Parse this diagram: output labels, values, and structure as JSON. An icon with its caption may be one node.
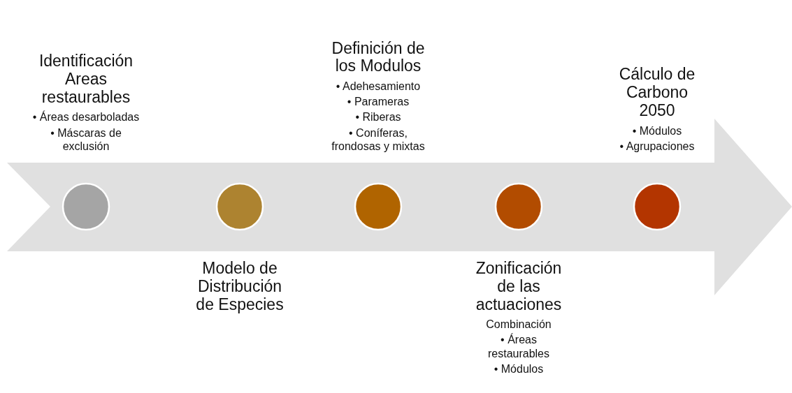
{
  "diagram": {
    "nodes": [
      {
        "text": [],
        "shape": "arrow"
      },
      {
        "text": [],
        "shape": "circle",
        "in": 0,
        "beside": [
          "Identificación Areas restaurables",
          "• Áreas desarboladas",
          "• Máscaras de exclusión"
        ]
      },
      {
        "text": [],
        "shape": "circle",
        "in": 0,
        "beside": [
          "Modelo de Distribución de Especies"
        ]
      },
      {
        "text": [],
        "shape": "circle",
        "in": 0,
        "beside": [
          "Definición de los Modulos",
          "• Adehesamiento",
          "• Parameras",
          "• Riberas",
          "• Coníferas, frondosas y mixtas"
        ]
      },
      {
        "text": [],
        "shape": "circle",
        "in": 0,
        "beside": [
          "Zonificación de las actuaciones",
          "Combinación",
          "• Áreas restaurables",
          "• Módulos"
        ]
      },
      {
        "text": [],
        "shape": "circle",
        "in": 0,
        "beside": [
          "Cálculo de Carbono 2050",
          "• Módulos",
          "• Agrupaciones"
        ]
      }
    ]
  }
}
